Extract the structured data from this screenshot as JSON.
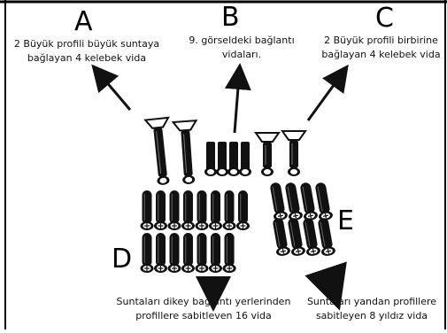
{
  "labels": {
    "A": "A",
    "B": "B",
    "C": "C",
    "D": "D",
    "E": "E"
  },
  "captions": {
    "A_line1": "2 Büyük profili büyük suntaya",
    "A_line2": "bağlayan 4 kelebek vida",
    "B_line1": "9. görseldeki bağlantı",
    "B_line2": "vidaları.",
    "C_line1": "2 Büyük profili birbirine",
    "C_line2": "bağlayan 4 kelebek vida",
    "D_line1": "Suntaları dikey bağlantı yerlerinden",
    "D_line2": "profillere sabitleven 16 vida",
    "E_line1": "Suntaları yandan profillere",
    "E_line2": "sabitleyen 8 yıldız vida"
  },
  "colors": {
    "ink": "#111111",
    "screw_highlight": "#ffffff",
    "border": "#000000"
  },
  "icons": [
    "wing-screw-icon",
    "connector-screw-icon",
    "flat-head-screw-icon",
    "star-head-screw-icon",
    "arrow-icon"
  ]
}
